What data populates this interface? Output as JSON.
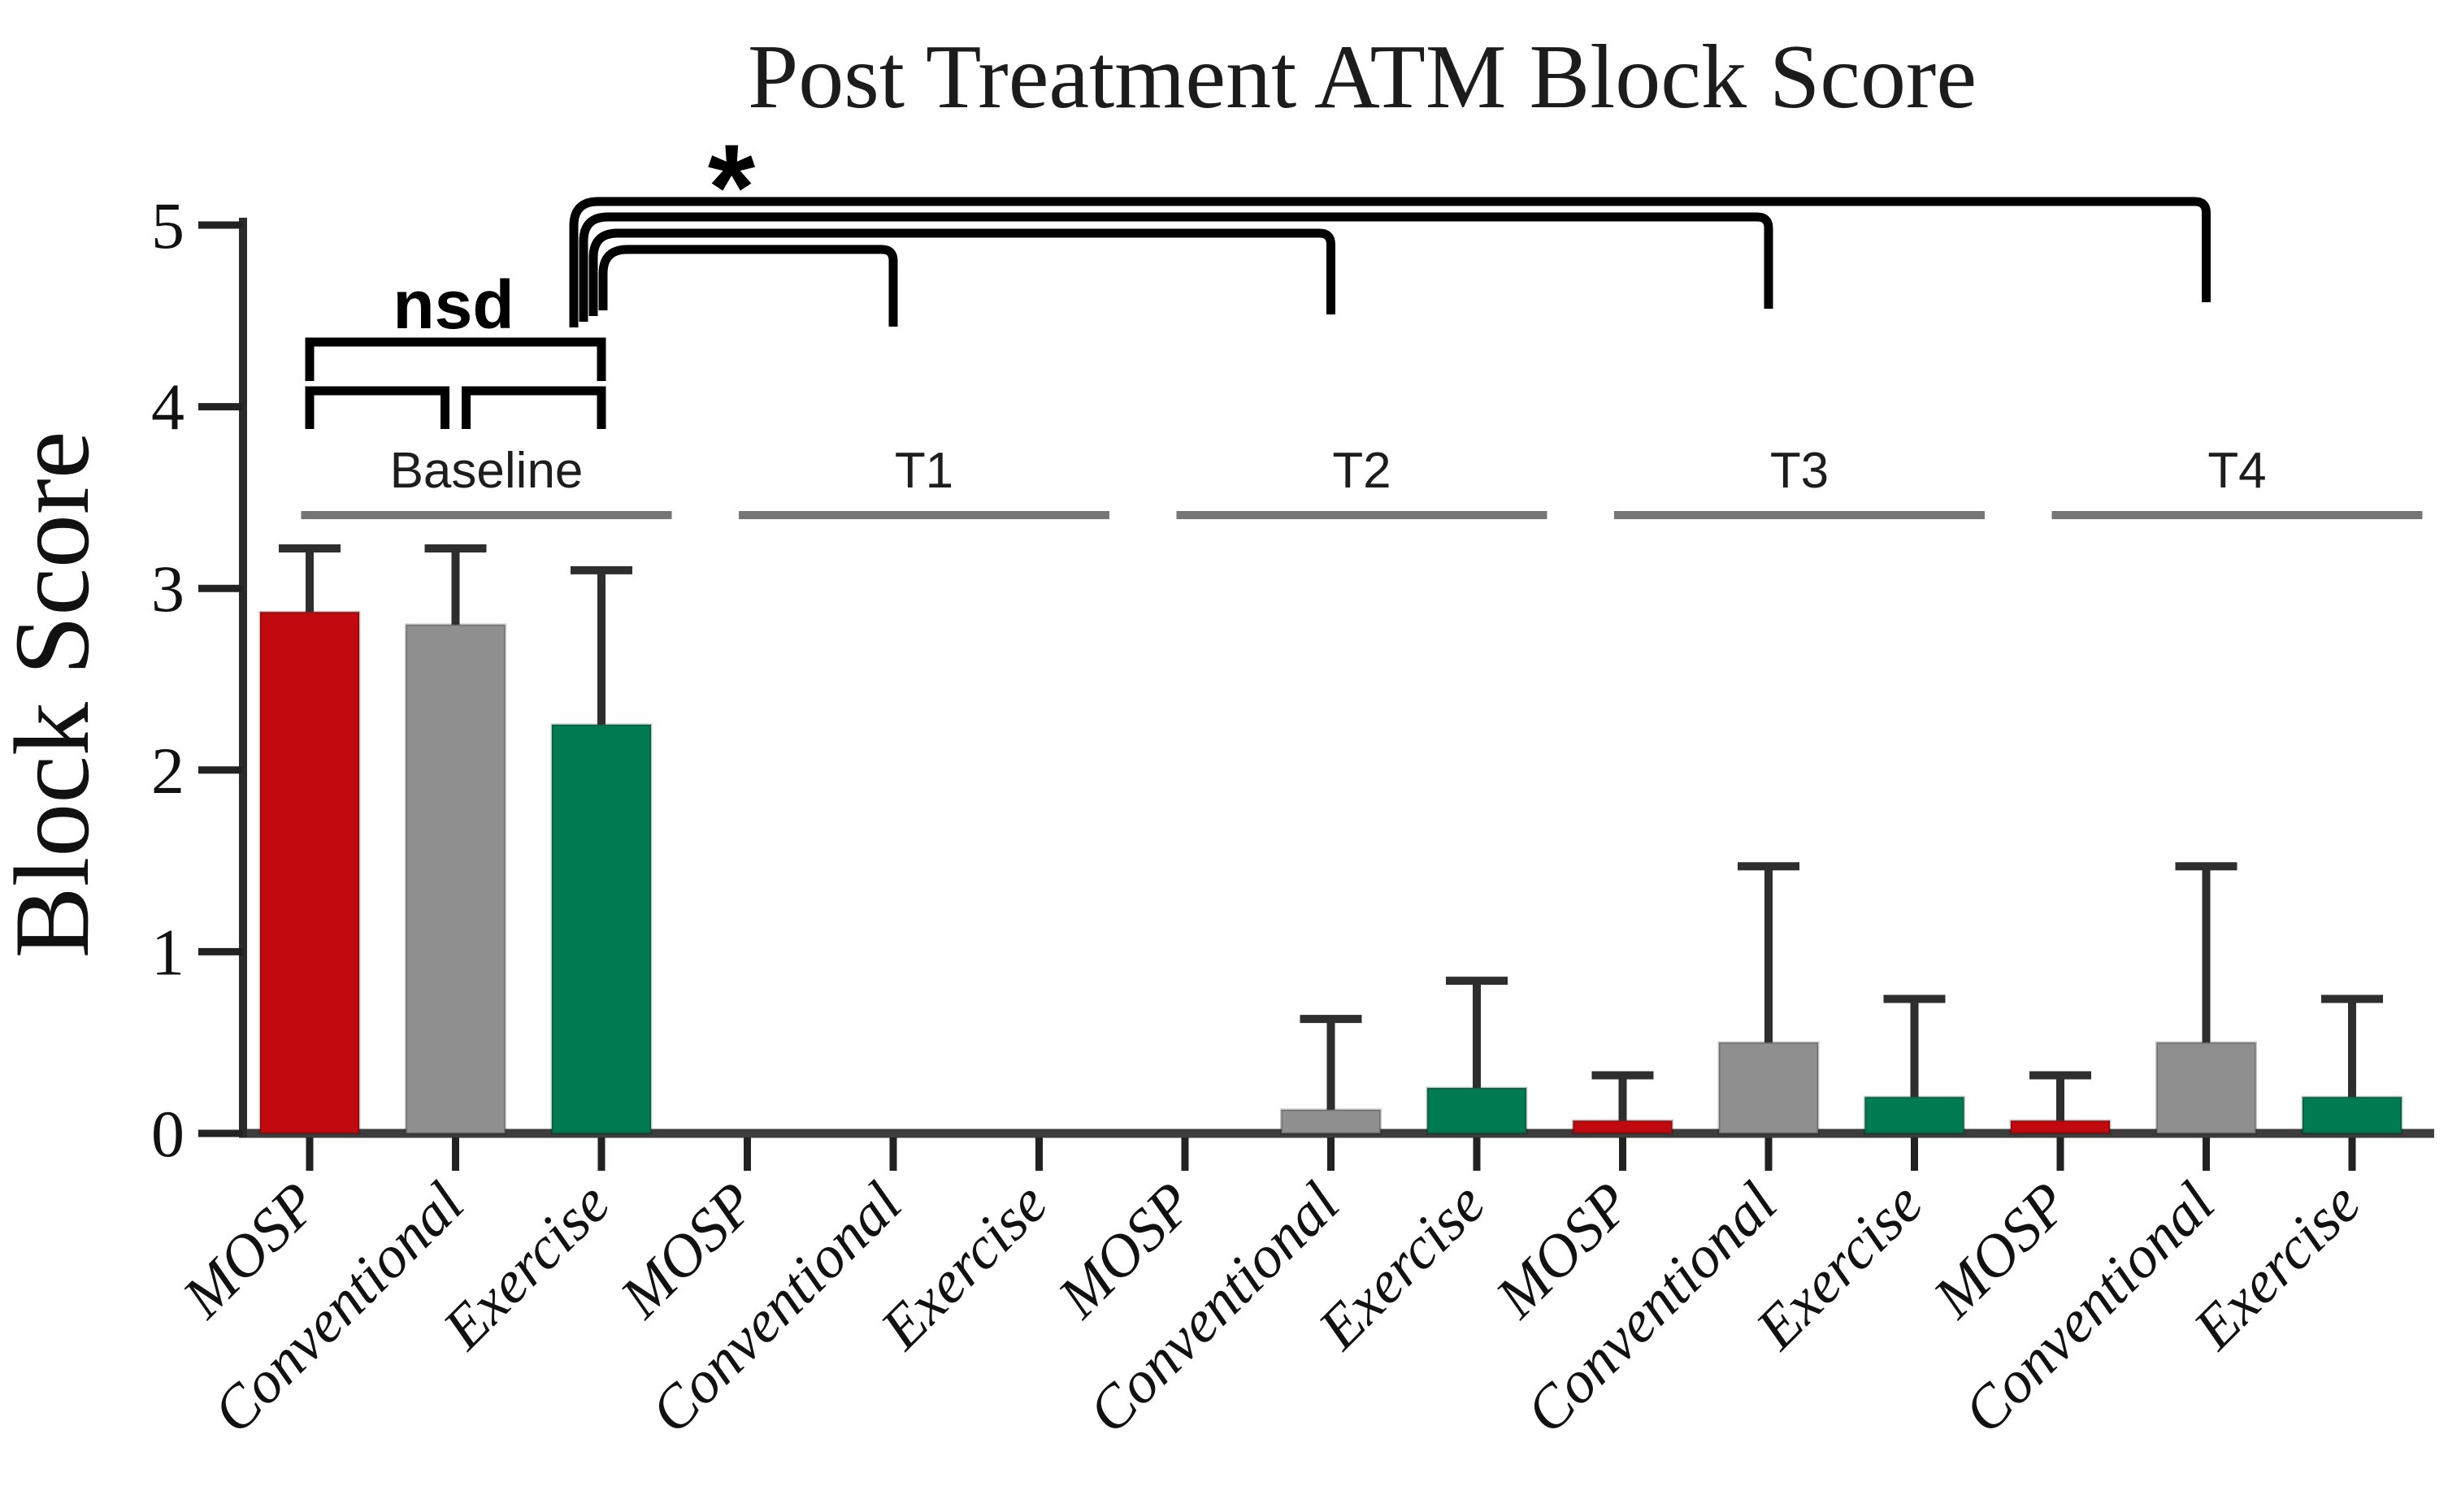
{
  "title": "Post Treatment ATM Block Score",
  "annotations": {
    "nsd_label": "nsd",
    "star_label": "*"
  },
  "chart_data": {
    "type": "bar",
    "title": "Post Treatment ATM Block Score",
    "xlabel": "",
    "ylabel": "Block Score",
    "ylim": [
      0,
      5
    ],
    "yticks": [
      "0",
      "1",
      "2",
      "3",
      "4",
      "5"
    ],
    "grid": false,
    "legend_position": "none",
    "series": [
      {
        "name": "MOSP",
        "color": "#c00a10"
      },
      {
        "name": "Conventional",
        "color": "#8f8f8f"
      },
      {
        "name": "Exercise",
        "color": "#007a50"
      }
    ],
    "groups": [
      {
        "label": "Baseline",
        "values": [
          2.87,
          2.8,
          2.25
        ],
        "error_tops": [
          3.22,
          3.22,
          3.1
        ]
      },
      {
        "label": "T1",
        "values": [
          0,
          0,
          0
        ],
        "error_tops": [
          null,
          null,
          null
        ]
      },
      {
        "label": "T2",
        "values": [
          0,
          0.13,
          0.25
        ],
        "error_tops": [
          null,
          0.63,
          0.84
        ]
      },
      {
        "label": "T3",
        "values": [
          0.07,
          0.5,
          0.2
        ],
        "error_tops": [
          0.32,
          1.47,
          0.74
        ]
      },
      {
        "label": "T4",
        "values": [
          0.07,
          0.5,
          0.2
        ],
        "error_tops": [
          0.32,
          1.47,
          0.74
        ]
      }
    ],
    "bar_category_labels": [
      "MOSP",
      "Conventional",
      "Exercise",
      "MOSP",
      "Conventional",
      "Exercise",
      "MOSP",
      "Conventional",
      "Exercise",
      "MOSP",
      "Conventional",
      "Exercise",
      "MOSP",
      "Conventional",
      "Exercise"
    ],
    "significance": {
      "nsd_label": "nsd",
      "nsd_bracket_group": "Baseline",
      "star_label": "*",
      "star_bracket_targets": [
        "T1",
        "T2",
        "T3",
        "T4"
      ]
    },
    "colors": {
      "axis": "#3d3d3d",
      "error_bar": "#2e2e2e",
      "group_underline": "#767676",
      "bracket": "#000000"
    }
  }
}
